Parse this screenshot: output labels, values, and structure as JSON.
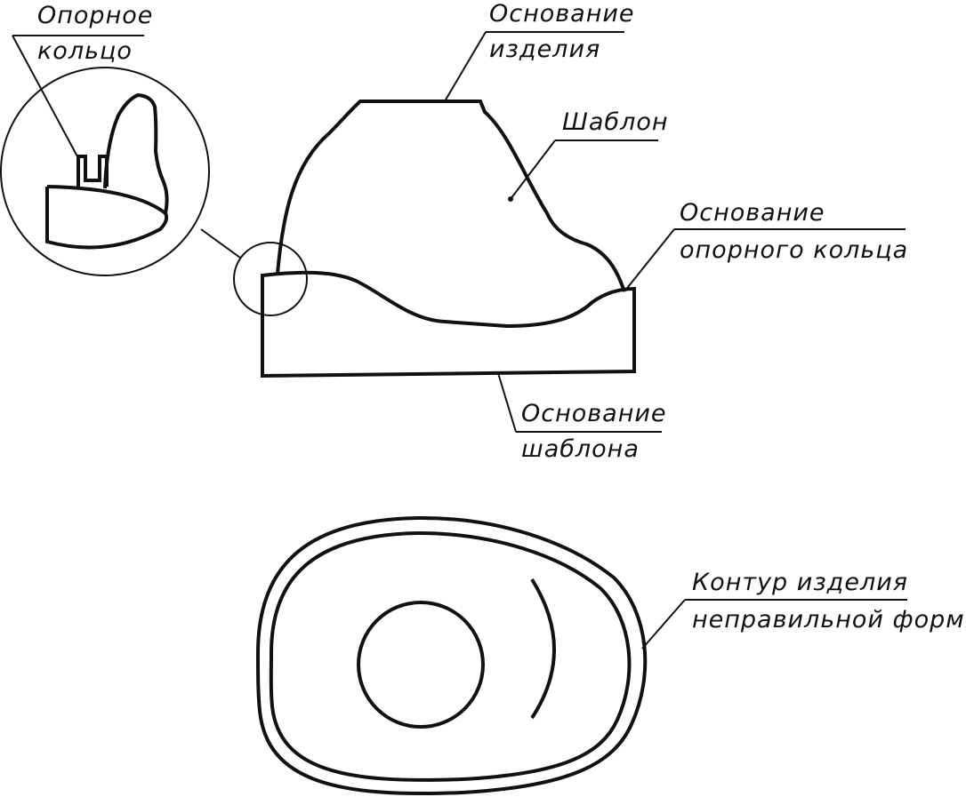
{
  "labels": {
    "support_ring": [
      "Опорное",
      "кольцо"
    ],
    "product_base": [
      "Основание",
      "изделия"
    ],
    "template": "Шаблон",
    "ring_base": [
      "Основание",
      "опорного кольца"
    ],
    "template_base": [
      "Основание",
      "шаблона"
    ],
    "contour": [
      "Контур изделия",
      "неправильной формы"
    ]
  },
  "colors": {
    "ink": "#111111",
    "background": "#ffffff"
  }
}
